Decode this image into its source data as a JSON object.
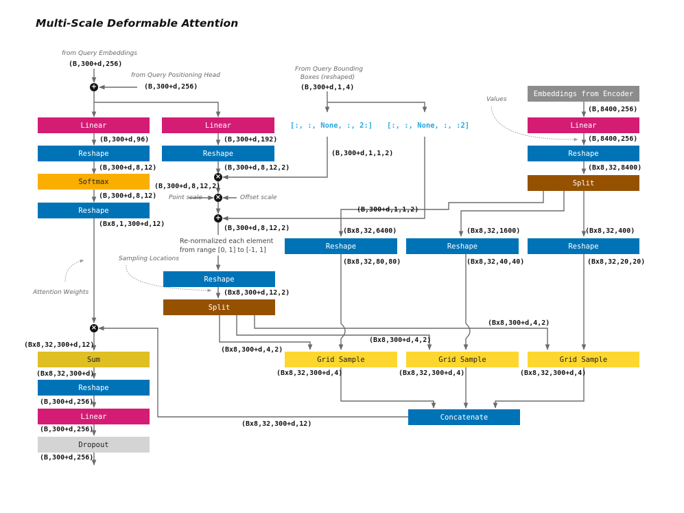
{
  "title": "Multi-Scale Deformable Attention",
  "colors": {
    "linear": "#d41c74",
    "reshape": "#0073b7",
    "softmax": "#f9ae00",
    "split": "#955100",
    "sum": "#dfbf22",
    "grid_sample": "#fdd72f",
    "dropout": "#d4d4d4",
    "encoder": "#8c8c8c",
    "slice": "#29a8e0",
    "wire": "#6b6b6b"
  },
  "inputs": {
    "query_embeddings": {
      "label": "from Query Embeddings",
      "shape": "(B,300+d,256)"
    },
    "query_positioning": {
      "label": "from Query Positioning Head",
      "shape": "(B,300+d,256)"
    },
    "query_bboxes": {
      "label_line1": "From Query Bounding",
      "label_line2": "Boxes (reshaped)",
      "shape": "(B,300+d,1,4)"
    },
    "encoder": {
      "label": "Embeddings from Encoder"
    }
  },
  "attention_branch": {
    "linear": "Linear",
    "linear_out": "(B,300+d,96)",
    "reshape": "Reshape",
    "reshape_out": "(B,300+d,8,12)",
    "softmax": "Softmax",
    "softmax_out": "(B,300+d,8,12)",
    "reshape2": "Reshape",
    "reshape2_out": "(Bx8,1,300+d,12)",
    "note": "Attention Weights"
  },
  "offset_branch": {
    "linear": "Linear",
    "linear_out": "(B,300+d,192)",
    "reshape": "Reshape",
    "reshape_out": "(B,300+d,8,12,2)",
    "mul1_out": "(B,300+d,8,12,2)",
    "point_scale": "Point scale",
    "offset_scale": "Offset scale",
    "add_out": "(B,300+d,8,12,2)",
    "renorm_line1": "Re-normalized each element",
    "renorm_line2": "from range [0, 1] to [-1, 1]",
    "sampling_note": "Sampling Locations",
    "reshape2": "Reshape",
    "reshape2_out": "(Bx8,300+d,12,2)",
    "split": "Split"
  },
  "bbox_branch": {
    "slice_wh": "[:, :, None, :, 2:]",
    "slice_xy": "[:, :, None, :, :2]",
    "wh_out": "(B,300+d,1,1,2)",
    "xy_out": "(B,300+d,1,1,2)"
  },
  "value_branch": {
    "encoder_out": "(B,8400,256)",
    "linear": "Linear",
    "linear_out": "(B,8400,256)",
    "values_note": "Values",
    "reshape": "Reshape",
    "reshape_out": "(Bx8,32,8400)",
    "split": "Split",
    "levels": [
      {
        "in": "(Bx8,32,6400)",
        "reshape": "Reshape",
        "out": "(Bx8,32,80,80)",
        "loc_in": "(Bx8,300+d,4,2)",
        "grid": "Grid Sample",
        "grid_out": "(Bx8,32,300+d,4)"
      },
      {
        "in": "(Bx8,32,1600)",
        "reshape": "Reshape",
        "out": "(Bx8,32,40,40)",
        "loc_in": "(Bx8,300+d,4,2)",
        "grid": "Grid Sample",
        "grid_out": "(Bx8,32,300+d,4)"
      },
      {
        "in": "(Bx8,32,400)",
        "reshape": "Reshape",
        "out": "(Bx8,32,20,20)",
        "loc_in": "(Bx8,300+d,4,2)",
        "grid": "Grid Sample",
        "grid_out": "(Bx8,32,300+d,4)"
      }
    ],
    "concat": "Concatenate",
    "concat_out": "(Bx8,32,300+d,12)"
  },
  "output_branch": {
    "mul_out": "(Bx8,32,300+d,12)",
    "sum": "Sum",
    "sum_out": "(Bx8,32,300+d)",
    "reshape": "Reshape",
    "reshape_out": "(B,300+d,256)",
    "linear": "Linear",
    "linear_out": "(B,300+d,256)",
    "dropout": "Dropout",
    "dropout_out": "(B,300+d,256)"
  },
  "ops": {
    "add": "+",
    "mul": "×"
  }
}
